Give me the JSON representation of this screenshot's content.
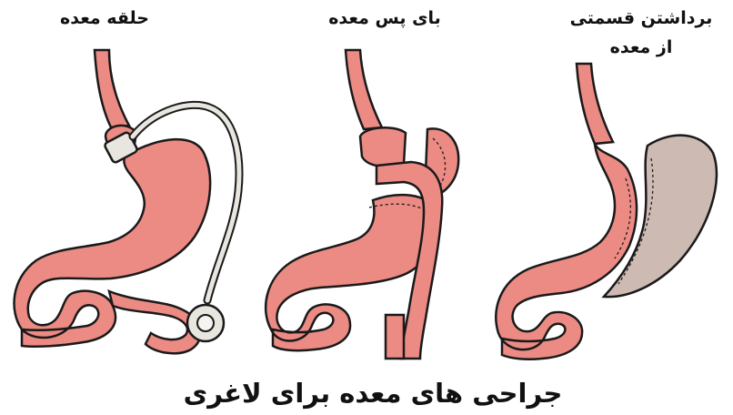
{
  "labels": {
    "band": "حلقه معده",
    "bypass": "بای پس معده",
    "sleeve_line1": "برداشتن قسمتی",
    "sleeve_line2": "از معده"
  },
  "title": "جراحی های معده برای لاغری",
  "colors": {
    "stomach_fill": "#ec8a84",
    "stomach_shade": "#d9655f",
    "outline": "#1a1a1a",
    "band_tube": "#e9e6e0",
    "removed_part": "#cdbab3",
    "background": "#ffffff"
  }
}
